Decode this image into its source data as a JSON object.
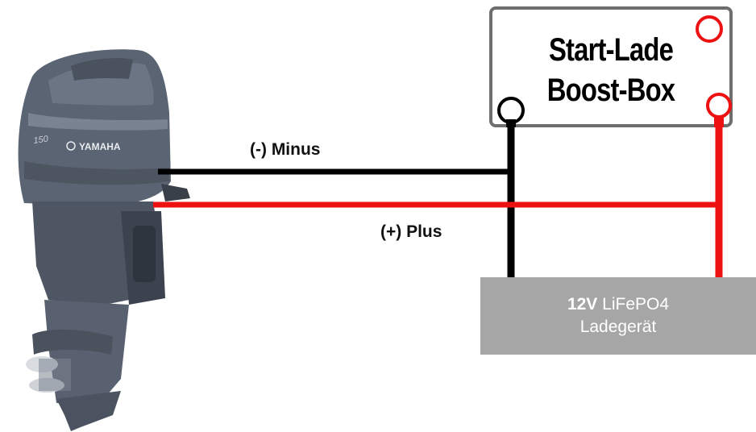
{
  "wires": {
    "minus_label": "(-) Minus",
    "plus_label": "(+) Plus",
    "minus_color": "#000000",
    "plus_color": "#ee1111"
  },
  "boost_box": {
    "title_line1": "Start-Lade",
    "title_line2": "Boost-Box",
    "border_color": "#6e6e6e"
  },
  "charger": {
    "voltage": "12V",
    "type": "LiFePO4",
    "name": "Ladegerät",
    "fill_color": "#a6a6a6"
  },
  "engine": {
    "brand": "YAMAHA",
    "model": "150",
    "body_color": "#5b6472"
  }
}
